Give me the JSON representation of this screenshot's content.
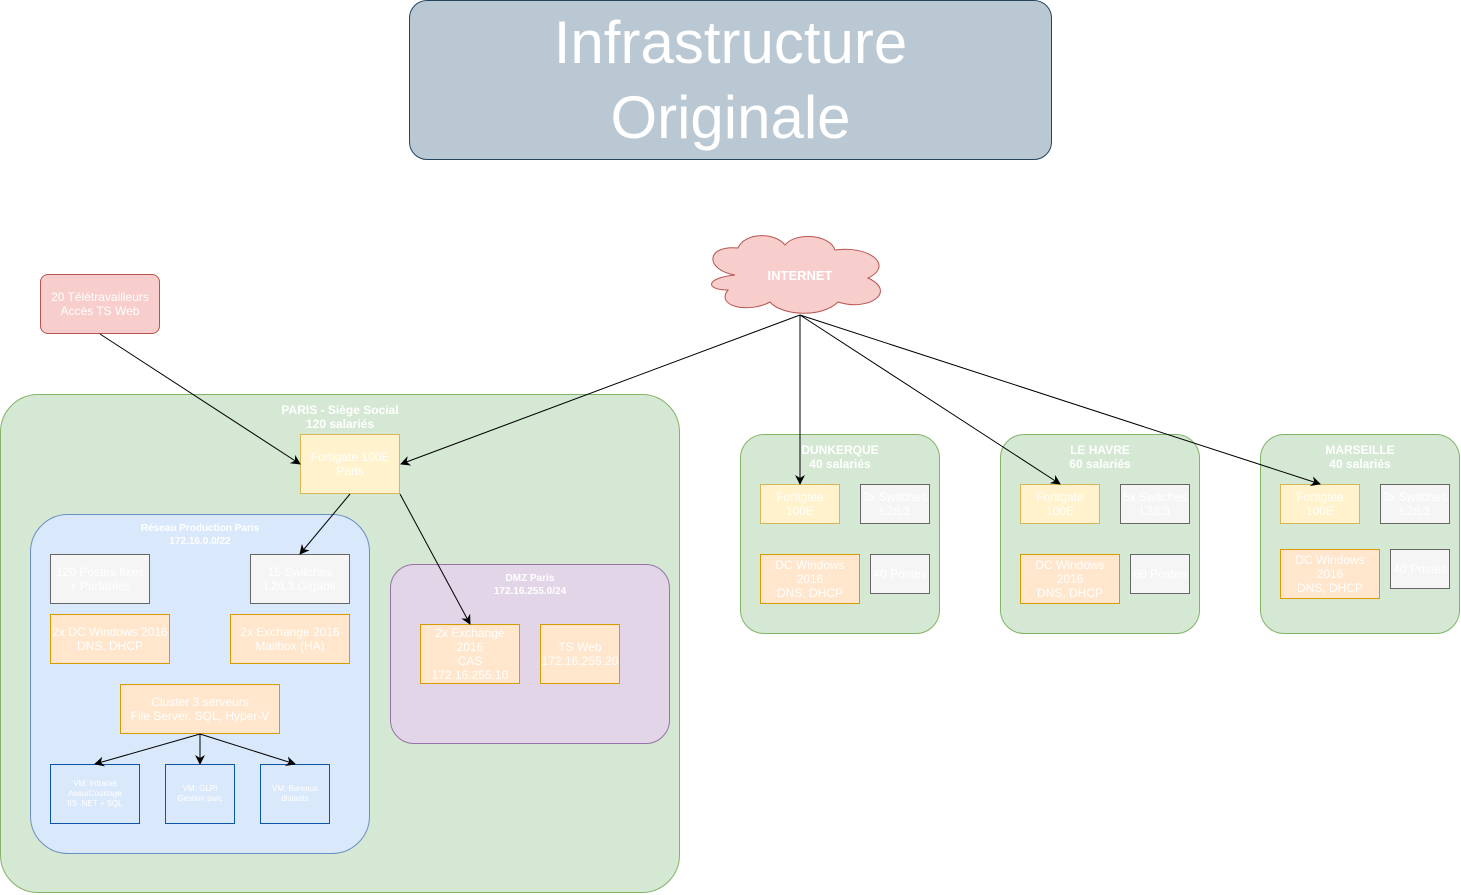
{
  "title": {
    "line1": "Infrastructure",
    "line2": "Originale"
  },
  "internet": {
    "label": "INTERNET"
  },
  "remote": {
    "line1": "20 Télétravailleurs",
    "line2": "Accès TS Web"
  },
  "paris": {
    "line1": "PARIS - Siège Social",
    "line2": "120 salariés",
    "fortigate": {
      "line1": "Fortigate 100E",
      "line2": "Paris"
    },
    "production": {
      "line1": "Réseau Production Paris",
      "line2": "172.16.0.0/22",
      "postes": {
        "line1": "120 Postes fixes",
        "line2": "+ Portables"
      },
      "switches": {
        "line1": "15 Switches",
        "line2": "L2/L3 Gigabit"
      },
      "dc": {
        "line1": "2x DC Windows 2016",
        "line2": "DNS, DHCP"
      },
      "exchange": {
        "line1": "2x Exchange 2016",
        "line2": "Mailbox (HA)"
      },
      "cluster": {
        "line1": "Cluster 3 serveurs",
        "line2": "File Server, SQL, Hyper-V"
      },
      "vm1": {
        "line1": "VM: Intranet",
        "line2": "AssurCourtage",
        "line3": "IIS .NET + SQL"
      },
      "vm2": {
        "line1": "VM: GLPI",
        "line2": "Gestion parc"
      },
      "vm3": {
        "line1": "VM: Bureaux",
        "line2": "distants"
      }
    },
    "dmz": {
      "line1": "DMZ Paris",
      "line2": "172.16.255.0/24",
      "exchange": {
        "line1": "2x Exchange",
        "line2": "2016",
        "line3": "CAS",
        "line4": "172.16.255.10"
      },
      "tsweb": {
        "line1": "TS Web",
        "line2": "172.16.255.20"
      }
    }
  },
  "dunkerque": {
    "line1": "DUNKERQUE",
    "line2": "40 salariés",
    "fortigate": {
      "line1": "Fortigate",
      "line2": "100E"
    },
    "switches": {
      "line1": "3x Switches",
      "line2": "L2/L3"
    },
    "dc": {
      "line1": "DC Windows",
      "line2": "2016",
      "line3": "DNS, DHCP"
    },
    "postes": {
      "line1": "40 Postes"
    }
  },
  "lehavre": {
    "line1": "LE HAVRE",
    "line2": "60 salariés",
    "fortigate": {
      "line1": "Fortigate",
      "line2": "100E"
    },
    "switches": {
      "line1": "5x Switches",
      "line2": "L2/L3"
    },
    "dc": {
      "line1": "DC Windows",
      "line2": "2016",
      "line3": "DNS, DHCP"
    },
    "postes": {
      "line1": "60 Postes"
    }
  },
  "marseille": {
    "line1": "MARSEILLE",
    "line2": "40 salariés",
    "fortigate": {
      "line1": "Fortigate",
      "line2": "100E"
    },
    "switches": {
      "line1": "3x Switches",
      "line2": "L2/L3"
    },
    "dc": {
      "line1": "DC Windows",
      "line2": "2016",
      "line3": "DNS, DHCP"
    },
    "postes": {
      "line1": "40 Postes"
    }
  }
}
